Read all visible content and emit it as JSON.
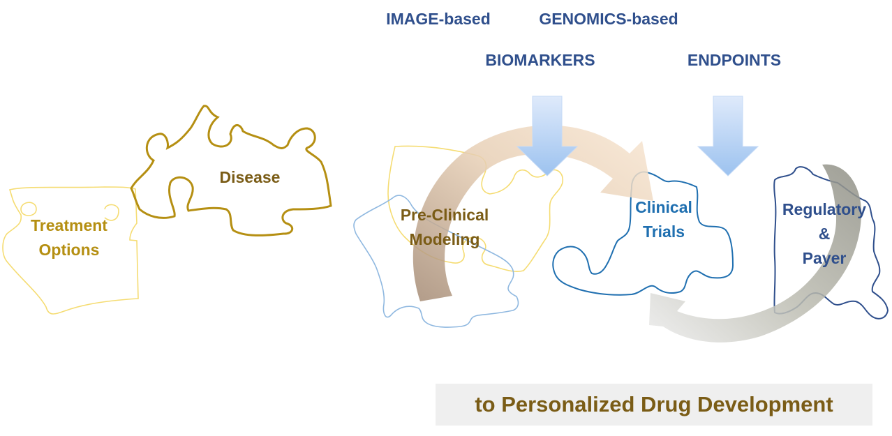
{
  "headers": {
    "image_based": "IMAGE-based",
    "genomics_based": "GENOMICS-based",
    "biomarkers": "BIOMARKERS",
    "endpoints": "ENDPOINTS"
  },
  "pieces": {
    "treatment_options": {
      "line1": "Treatment",
      "line2": "Options"
    },
    "disease": "Disease",
    "preclinical": {
      "line1": "Pre-Clinical",
      "line2": "Modeling"
    },
    "clinical_trials": {
      "line1": "Clinical",
      "line2": "Trials"
    },
    "regulatory": {
      "line1": "Regulatory",
      "line2": "&",
      "line3": "Payer"
    }
  },
  "banner": "to Personalized Drug Development",
  "colors": {
    "gold": "#b58f12",
    "dark_gold": "#7a5c16",
    "light_yellow": "#f5dc72",
    "light_blue": "#8fb8e0",
    "blue": "#1f6fb0",
    "navy": "#2f4f8c",
    "header_blue": "#2f4f8c"
  },
  "icons": [
    "down-arrow-icon",
    "curved-arrow-icon",
    "puzzle-piece-icon"
  ]
}
